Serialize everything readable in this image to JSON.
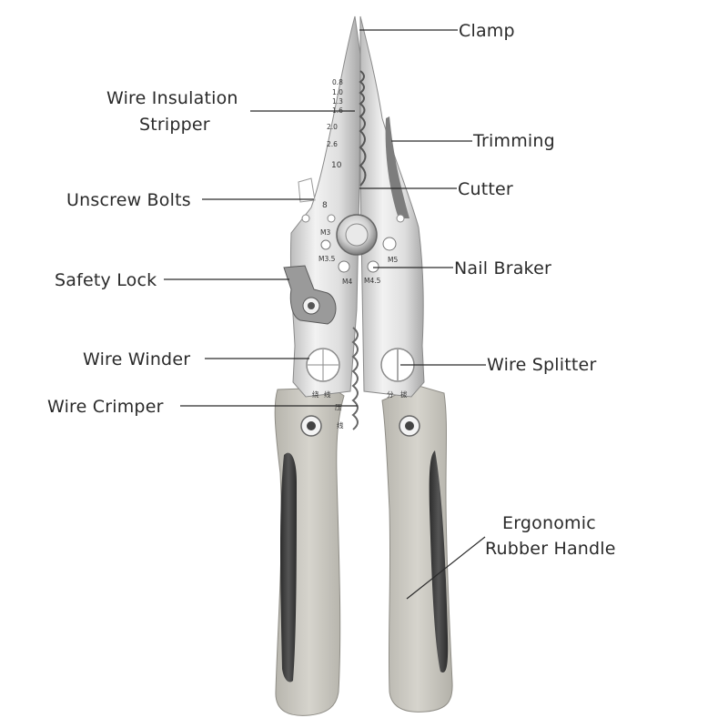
{
  "callouts": {
    "clamp": "Clamp",
    "insulation_1": "Wire Insulation",
    "insulation_2": "Stripper",
    "trimming": "Trimming",
    "cutter": "Cutter",
    "unscrew": "Unscrew Bolts",
    "nail": "Nail Braker",
    "safety": "Safety Lock",
    "winder": "Wire Winder",
    "splitter": "Wire Splitter",
    "crimper": "Wire Crimper",
    "handle_1": "Ergonomic",
    "handle_2": "Rubber Handle"
  },
  "tool_markings": {
    "gauge": [
      "0.8",
      "1.0",
      "1.3",
      "1.6",
      "2.0",
      "2.6"
    ],
    "gauge_10": "10",
    "hex_8": "8",
    "m3": "M3",
    "m35": "M3.5",
    "m4": "M4",
    "m45": "M4.5",
    "m5": "M5",
    "cjk_wind_1": "绕",
    "cjk_wind_2": "线",
    "cjk_press": "压",
    "cjk_line": "线",
    "cjk_split_1": "分",
    "cjk_split_2": "拔"
  },
  "colors": {
    "steel": "#dcdcdc",
    "steel_dark": "#a9a9a9",
    "handle_grey": "#c9c7c0",
    "handle_dark": "#3b3b3b"
  }
}
